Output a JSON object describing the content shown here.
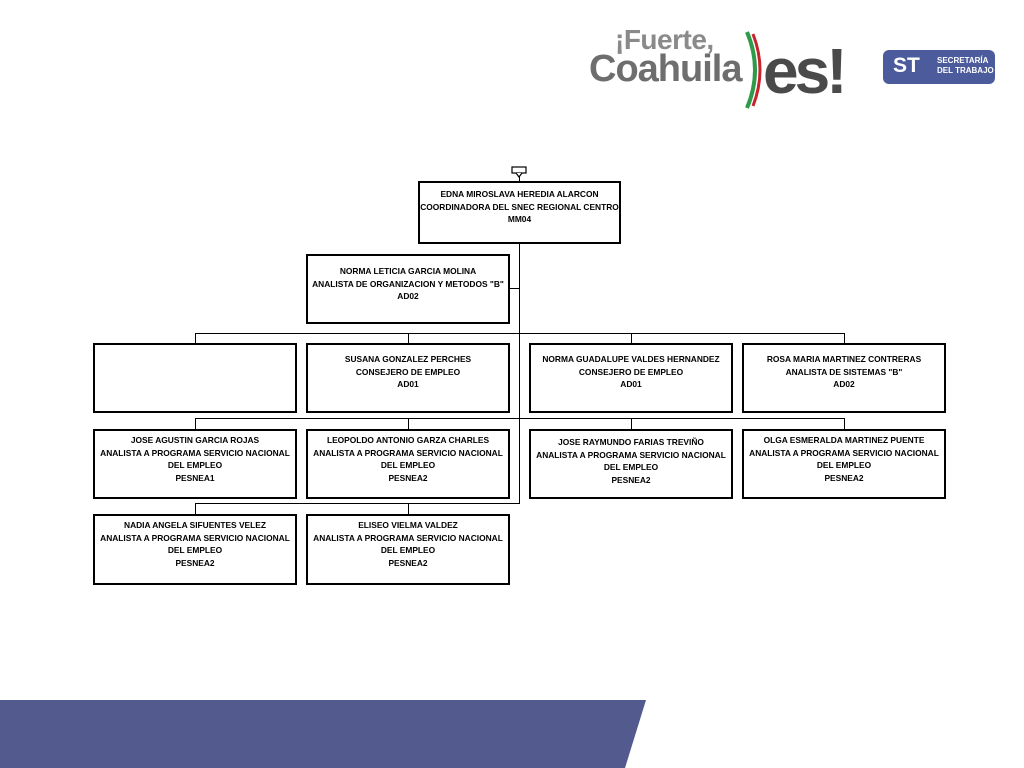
{
  "header": {
    "logo_line1": "¡Fuerte,",
    "logo_line2": "Coahuila",
    "logo_es": "es!",
    "badge_abbr": "ST",
    "badge_line1": "SECRETARÍA",
    "badge_line2": "DEL TRABAJO"
  },
  "org_chart": {
    "top": {
      "name": "EDNA MIROSLAVA HEREDIA ALARCON",
      "role": "COORDINADORA DEL SNEC REGIONAL CENTRO",
      "code": "MM04"
    },
    "assistant": {
      "name": "NORMA LETICIA GARCIA MOLINA",
      "role": "ANALISTA DE ORGANIZACION Y METODOS \"B\"",
      "code": "AD02"
    },
    "row1": [
      {
        "name": "",
        "role": "",
        "code": ""
      },
      {
        "name": "SUSANA GONZALEZ PERCHES",
        "role": "CONSEJERO DE EMPLEO",
        "code": "AD01"
      },
      {
        "name": "NORMA GUADALUPE VALDES HERNANDEZ",
        "role": "CONSEJERO DE EMPLEO",
        "code": "AD01"
      },
      {
        "name": "ROSA MARIA MARTINEZ CONTRERAS",
        "role": "ANALISTA DE SISTEMAS \"B\"",
        "code": "AD02"
      }
    ],
    "row2": [
      {
        "name": "JOSE AGUSTIN GARCIA ROJAS",
        "role": "ANALISTA A PROGRAMA SERVICIO NACIONAL",
        "role2": "DEL EMPLEO",
        "code": "PESNEA1"
      },
      {
        "name": "LEOPOLDO ANTONIO GARZA CHARLES",
        "role": "ANALISTA A PROGRAMA SERVICIO NACIONAL",
        "role2": "DEL EMPLEO",
        "code": "PESNEA2"
      },
      {
        "name": "JOSE RAYMUNDO FARIAS TREVIÑO",
        "role": "ANALISTA A PROGRAMA SERVICIO NACIONAL",
        "role2": "DEL EMPLEO",
        "code": "PESNEA2"
      },
      {
        "name": "OLGA ESMERALDA MARTINEZ PUENTE",
        "role": "ANALISTA A PROGRAMA SERVICIO NACIONAL",
        "role2": "DEL EMPLEO",
        "code": "PESNEA2"
      }
    ],
    "row3": [
      {
        "name": "NADIA ANGELA SIFUENTES VELEZ",
        "role": "ANALISTA A PROGRAMA SERVICIO NACIONAL",
        "role2": "DEL EMPLEO",
        "code": "PESNEA2"
      },
      {
        "name": "ELISEO VIELMA VALDEZ",
        "role": "ANALISTA A PROGRAMA SERVICIO NACIONAL",
        "role2": "DEL EMPLEO",
        "code": "PESNEA2"
      }
    ]
  },
  "colors": {
    "brand_blue": "#4c5b9c",
    "footer_band": "#535a8e",
    "logo_green": "#2e9a4a",
    "logo_red": "#c8232c"
  }
}
